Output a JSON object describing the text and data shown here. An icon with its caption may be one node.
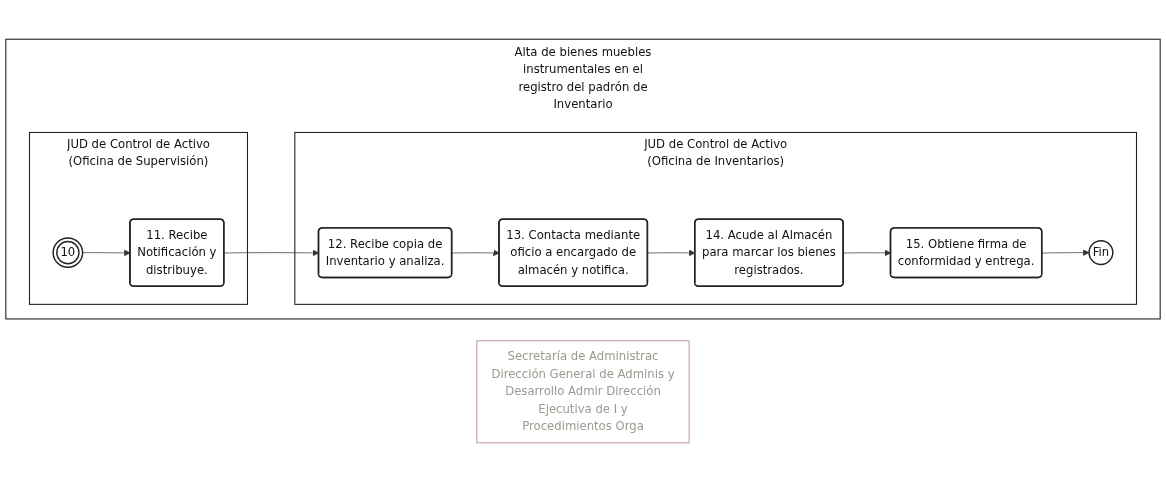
{
  "diagram": {
    "nodes": [
      {
        "text": [
          "Alta de bienes muebles instrumentales en el registro del padrón de Inventario"
        ]
      },
      {
        "text": [
          "JUD de Control de Activo (Oficina de Supervisión)"
        ],
        "in": 0
      },
      {
        "text": [
          "JUD de Control de Activo (Oficina de Inventarios)"
        ],
        "in": 0
      },
      {
        "text": [
          "10"
        ],
        "in": 1
      },
      {
        "text": [
          "11. Recibe Notificación y distribuye."
        ],
        "in": 1
      },
      {
        "text": [
          "12. Recibe copia de Inventario y analiza."
        ],
        "in": 2
      },
      {
        "text": [
          "13. Contacta mediante oficio a encargado de almacén y notifica."
        ],
        "in": 2
      },
      {
        "text": [
          "14. Acude al Almacén para marcar los bienes registrados."
        ],
        "in": 2
      },
      {
        "text": [
          "15. Obtiene firma de conformidad y entrega."
        ],
        "in": 2
      },
      {
        "text": [
          "Fin"
        ],
        "in": 2
      },
      {
        "text": [
          "Secretaría de Administrac Dirección General de Adminis y Desarrollo Admir Dirección Ejecutiva de I y Procedimientos Orga"
        ]
      }
    ],
    "edges": [
      {
        "from": 3,
        "to": 4,
        "arrow": "to"
      },
      {
        "from": 4,
        "to": 5,
        "arrow": "to"
      },
      {
        "from": 5,
        "to": 6,
        "arrow": "to"
      },
      {
        "from": 6,
        "to": 7,
        "arrow": "to"
      },
      {
        "from": 7,
        "to": 8,
        "arrow": "to"
      },
      {
        "from": 8,
        "to": 9,
        "arrow": "to"
      }
    ]
  }
}
